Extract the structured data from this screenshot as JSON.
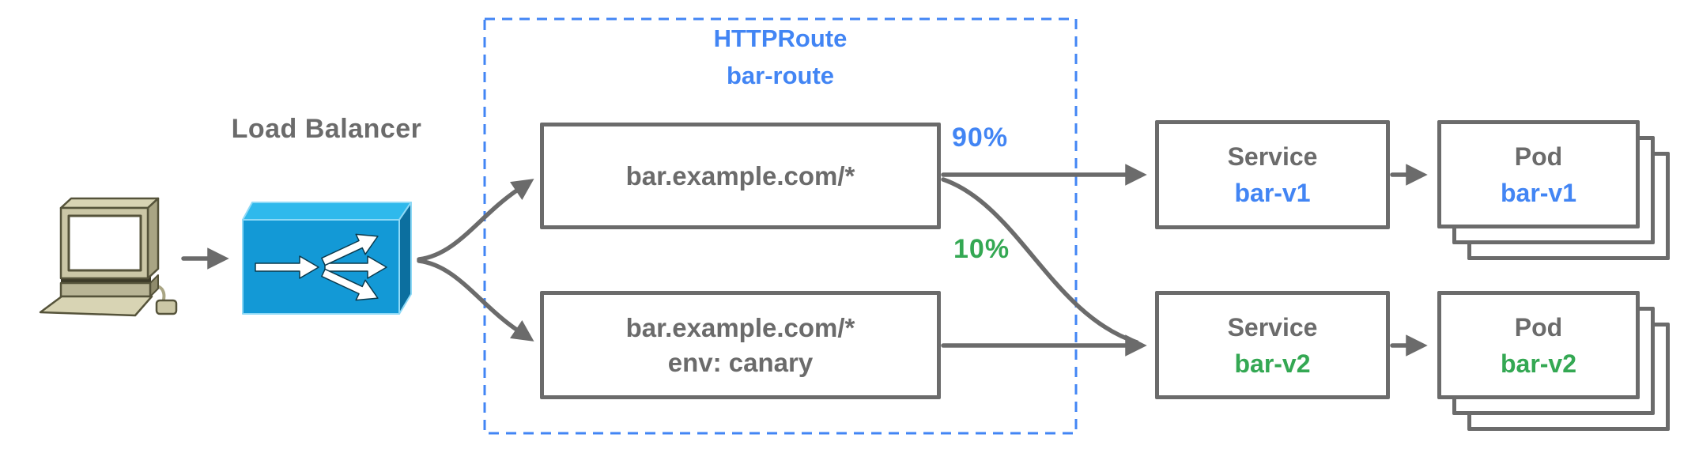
{
  "diagram": {
    "title_context": "HTTPRoute weighted traffic split",
    "client": {
      "icon": "desktop-computer-icon"
    },
    "load_balancer": {
      "label": "Load Balancer",
      "icon": "load-balancer-icon"
    },
    "httproute_group": {
      "kind": "HTTPRoute",
      "name": "bar-route"
    },
    "rules": [
      {
        "hostname": "bar.example.com/*"
      },
      {
        "hostname": "bar.example.com/*",
        "header_match": "env: canary"
      }
    ],
    "weights": {
      "to_v1": "90%",
      "to_v2": "10%"
    },
    "services": [
      {
        "kind": "Service",
        "name": "bar-v1"
      },
      {
        "kind": "Service",
        "name": "bar-v2"
      }
    ],
    "pods": [
      {
        "kind": "Pod",
        "name": "bar-v1"
      },
      {
        "kind": "Pod",
        "name": "bar-v2"
      }
    ],
    "colors": {
      "text_gray": "#6b6b6b",
      "accent_blue": "#4285f4",
      "accent_green": "#34a853",
      "dashed_boundary_blue": "#4285f4",
      "lb_front": "#1399d6",
      "lb_top": "#2fb9ec",
      "lb_side": "#0c6f9f"
    }
  }
}
